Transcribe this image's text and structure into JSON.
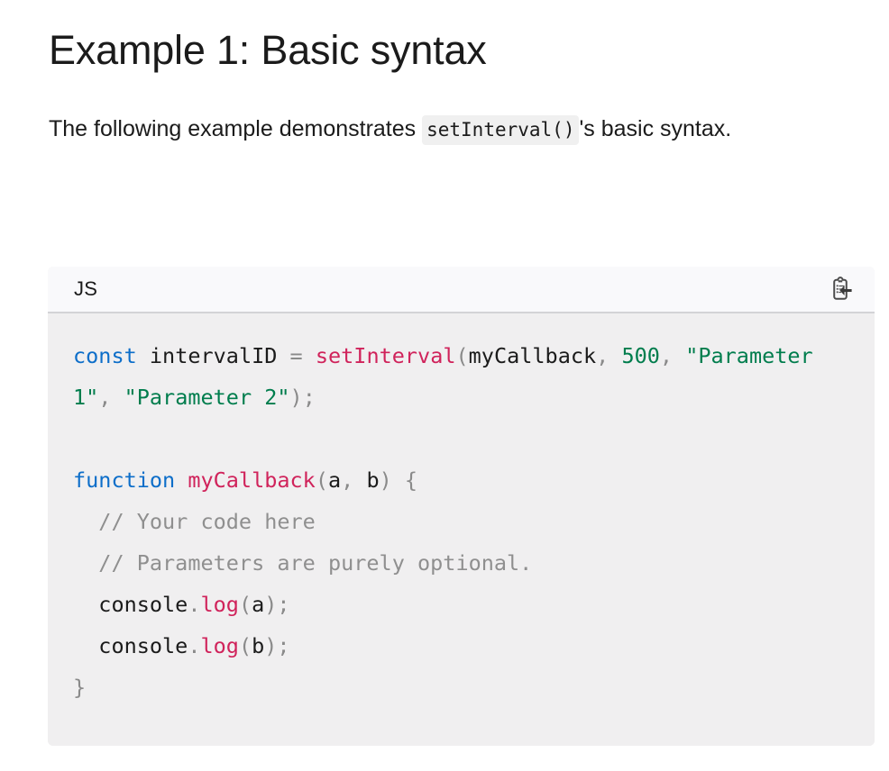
{
  "heading": "Example 1: Basic syntax",
  "paragraph": {
    "before": "The following example demonstrates",
    "inline_code": "setInterval()",
    "after": "'s basic syntax."
  },
  "code_block": {
    "language_label": "JS",
    "copy_icon": "copy-to-clipboard-icon",
    "colors": {
      "keyword": "#0d6ec9",
      "function": "#d0235b",
      "number": "#007d4d",
      "string": "#007d4d",
      "comment": "#8f8f8f",
      "punctuation": "#8a8a8a",
      "text": "#1b1b1b",
      "header_bg": "#f9f9fb",
      "body_bg": "#f0eff0",
      "border": "#d3d3d6"
    },
    "plain_text": "const intervalID = setInterval(myCallback, 500, \"Parameter 1\", \"Parameter 2\");\n\nfunction myCallback(a, b) {\n  // Your code here\n  // Parameters are purely optional.\n  console.log(a);\n  console.log(b);\n}",
    "tokens": [
      {
        "t": "const",
        "c": "keyword"
      },
      {
        "t": " ",
        "c": "text"
      },
      {
        "t": "intervalID",
        "c": "text"
      },
      {
        "t": " ",
        "c": "text"
      },
      {
        "t": "=",
        "c": "punctuation"
      },
      {
        "t": " ",
        "c": "text"
      },
      {
        "t": "setInterval",
        "c": "function"
      },
      {
        "t": "(",
        "c": "punctuation"
      },
      {
        "t": "myCallback",
        "c": "text"
      },
      {
        "t": ",",
        "c": "punctuation"
      },
      {
        "t": " ",
        "c": "text"
      },
      {
        "t": "500",
        "c": "number"
      },
      {
        "t": ",",
        "c": "punctuation"
      },
      {
        "t": " ",
        "c": "text"
      },
      {
        "t": "\"Parameter 1\"",
        "c": "string"
      },
      {
        "t": ",",
        "c": "punctuation"
      },
      {
        "t": " ",
        "c": "text"
      },
      {
        "t": "\"Parameter 2\"",
        "c": "string"
      },
      {
        "t": ")",
        "c": "punctuation"
      },
      {
        "t": ";",
        "c": "punctuation"
      },
      {
        "t": "\n\n",
        "c": "text"
      },
      {
        "t": "function",
        "c": "keyword"
      },
      {
        "t": " ",
        "c": "text"
      },
      {
        "t": "myCallback",
        "c": "function"
      },
      {
        "t": "(",
        "c": "punctuation"
      },
      {
        "t": "a",
        "c": "text"
      },
      {
        "t": ",",
        "c": "punctuation"
      },
      {
        "t": " ",
        "c": "text"
      },
      {
        "t": "b",
        "c": "text"
      },
      {
        "t": ")",
        "c": "punctuation"
      },
      {
        "t": " ",
        "c": "text"
      },
      {
        "t": "{",
        "c": "punctuation"
      },
      {
        "t": "\n  ",
        "c": "text"
      },
      {
        "t": "// Your code here",
        "c": "comment"
      },
      {
        "t": "\n  ",
        "c": "text"
      },
      {
        "t": "// Parameters are purely optional.",
        "c": "comment"
      },
      {
        "t": "\n  ",
        "c": "text"
      },
      {
        "t": "console",
        "c": "text"
      },
      {
        "t": ".",
        "c": "punctuation"
      },
      {
        "t": "log",
        "c": "function"
      },
      {
        "t": "(",
        "c": "punctuation"
      },
      {
        "t": "a",
        "c": "text"
      },
      {
        "t": ")",
        "c": "punctuation"
      },
      {
        "t": ";",
        "c": "punctuation"
      },
      {
        "t": "\n  ",
        "c": "text"
      },
      {
        "t": "console",
        "c": "text"
      },
      {
        "t": ".",
        "c": "punctuation"
      },
      {
        "t": "log",
        "c": "function"
      },
      {
        "t": "(",
        "c": "punctuation"
      },
      {
        "t": "b",
        "c": "text"
      },
      {
        "t": ")",
        "c": "punctuation"
      },
      {
        "t": ";",
        "c": "punctuation"
      },
      {
        "t": "\n",
        "c": "text"
      },
      {
        "t": "}",
        "c": "punctuation"
      }
    ]
  }
}
